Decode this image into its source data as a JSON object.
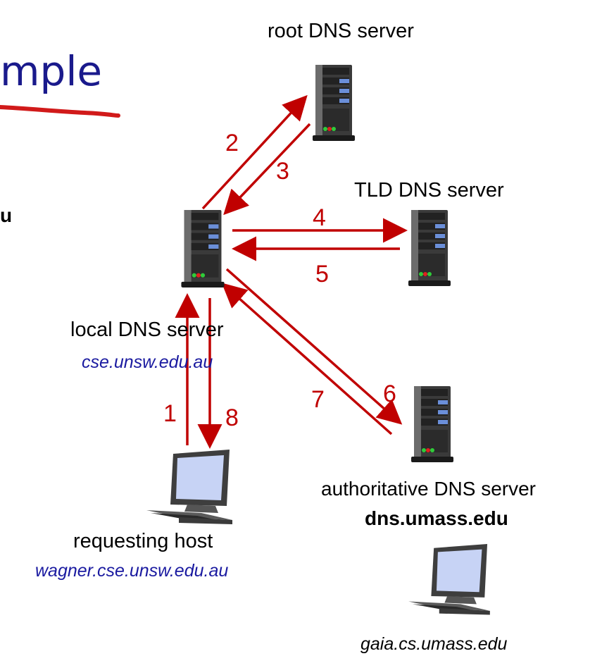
{
  "title_fragment": "mple",
  "side_fragment": "u",
  "colors": {
    "arrow": "#c00000",
    "title": "#1a1a8c",
    "hostname": "#1a1aa0",
    "underline": "#d11a1a"
  },
  "nodes": {
    "root": {
      "label": "root DNS server",
      "icon": "server-icon"
    },
    "tld": {
      "label": "TLD DNS server",
      "icon": "server-icon"
    },
    "local": {
      "label": "local DNS server",
      "hostname": "cse.unsw.edu.au",
      "icon": "server-icon"
    },
    "auth": {
      "label": "authoritative DNS server",
      "hostname": "dns.umass.edu",
      "icon": "server-icon"
    },
    "requesting": {
      "label": "requesting host",
      "hostname": "wagner.cse.unsw.edu.au",
      "icon": "computer-icon"
    },
    "gaia": {
      "hostname": "gaia.cs.umass.edu",
      "icon": "computer-icon"
    }
  },
  "steps": [
    "1",
    "2",
    "3",
    "4",
    "5",
    "6",
    "7",
    "8"
  ]
}
